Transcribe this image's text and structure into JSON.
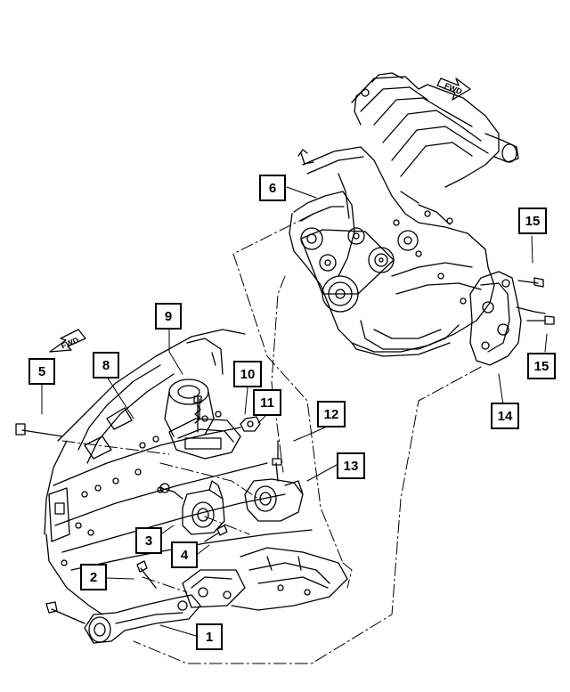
{
  "diagram": {
    "callouts": [
      {
        "id": "c1",
        "label": "1"
      },
      {
        "id": "c2",
        "label": "2"
      },
      {
        "id": "c3",
        "label": "3"
      },
      {
        "id": "c4",
        "label": "4"
      },
      {
        "id": "c5",
        "label": "5"
      },
      {
        "id": "c6",
        "label": "6"
      },
      {
        "id": "c8",
        "label": "8"
      },
      {
        "id": "c9",
        "label": "9"
      },
      {
        "id": "c10",
        "label": "10"
      },
      {
        "id": "c11",
        "label": "11"
      },
      {
        "id": "c12",
        "label": "12"
      },
      {
        "id": "c13",
        "label": "13"
      },
      {
        "id": "c14",
        "label": "14"
      },
      {
        "id": "c15a",
        "label": "15"
      },
      {
        "id": "c15b",
        "label": "15"
      }
    ],
    "fwd_label_top": "FWD",
    "fwd_label_left": "FWD"
  }
}
